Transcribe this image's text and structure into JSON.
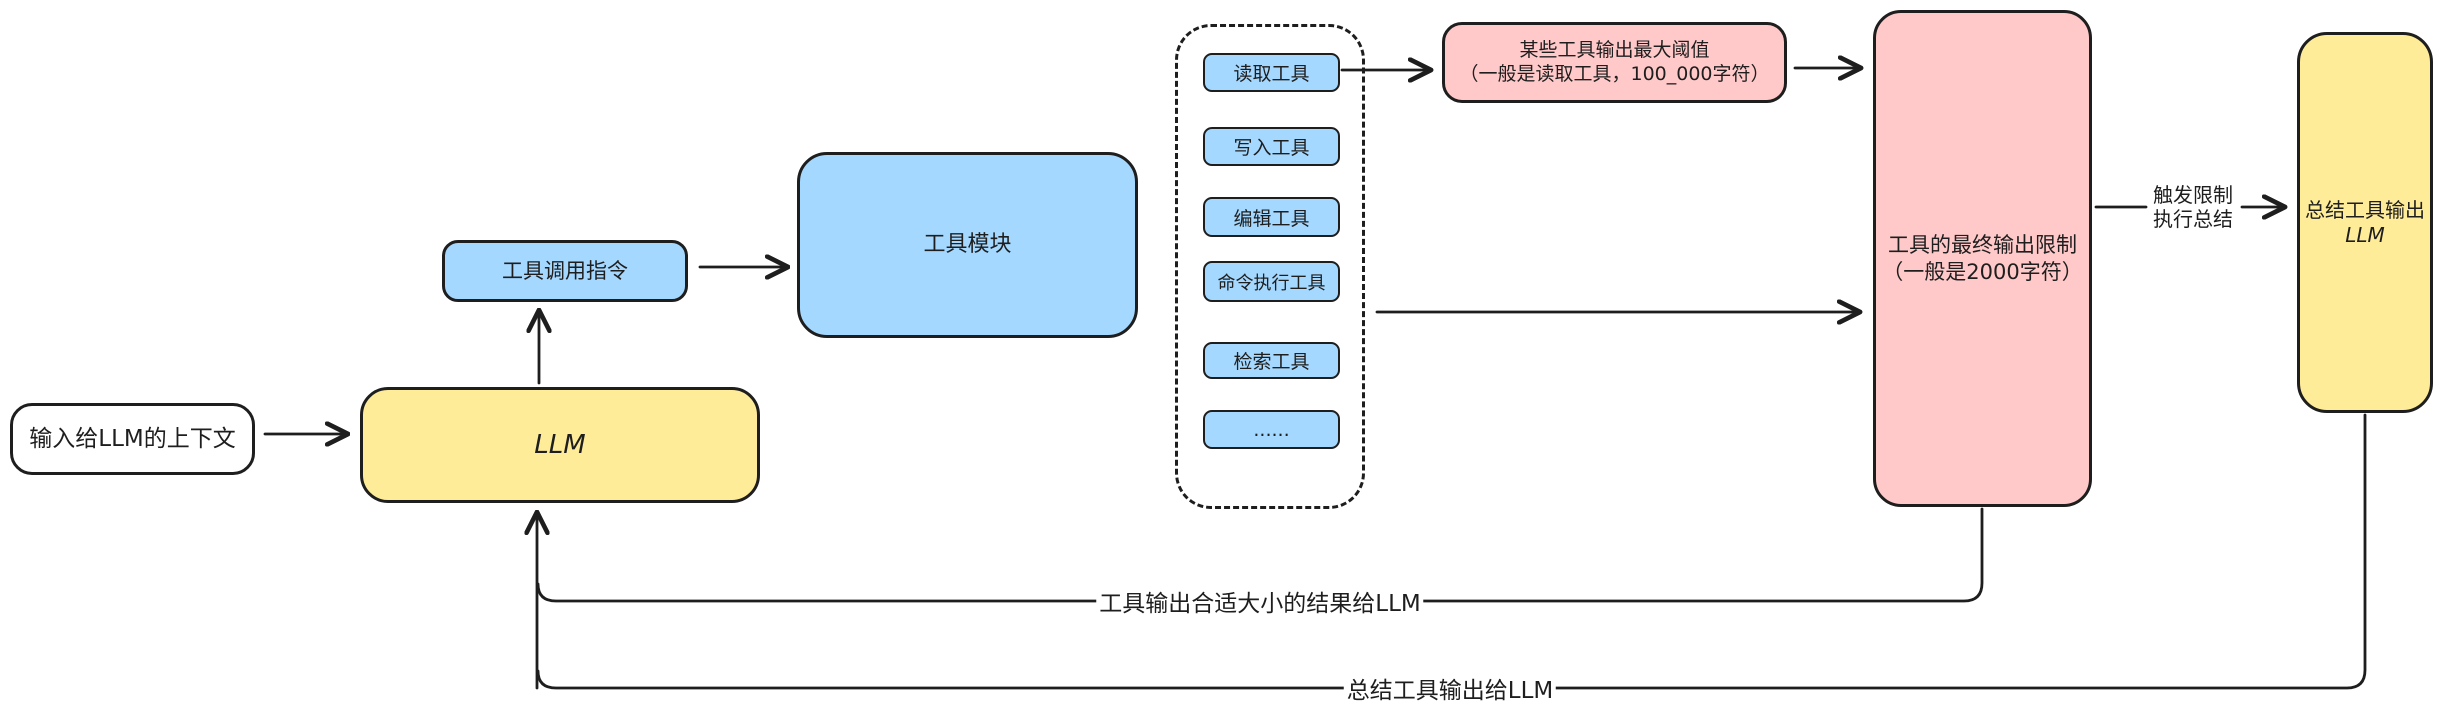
{
  "diagram": {
    "title": "LLM tool output limiting flow",
    "colors": {
      "yellow": "#ffec99",
      "blue": "#a5d8ff",
      "pink": "#ffc9c9",
      "stroke": "#1e1e1e",
      "background": "#ffffff"
    }
  },
  "nodes": {
    "input_context": {
      "label": "输入给LLM的上下文"
    },
    "llm": {
      "label": "LLM"
    },
    "tool_call_instruction": {
      "label": "工具调用指令"
    },
    "tool_module": {
      "label": "工具模块"
    },
    "tools": [
      {
        "label": "读取工具"
      },
      {
        "label": "写入工具"
      },
      {
        "label": "编辑工具"
      },
      {
        "label": "命令执行工具"
      },
      {
        "label": "检索工具"
      },
      {
        "label": "......"
      }
    ],
    "max_threshold": {
      "line1": "某些工具输出最大阈值",
      "line2": "（一般是读取工具，100_000字符）"
    },
    "final_limit": {
      "line1": "工具的最终输出限制",
      "line2": "（一般是2000字符）"
    },
    "summary_llm": {
      "line1": "总结工具输出",
      "line2": "LLM"
    }
  },
  "edge_labels": {
    "trigger_line1": "触发限制",
    "trigger_line2": "执行总结",
    "fit_result": "工具输出合适大小的结果给LLM",
    "summary_to_llm": "总结工具输出给LLM"
  }
}
